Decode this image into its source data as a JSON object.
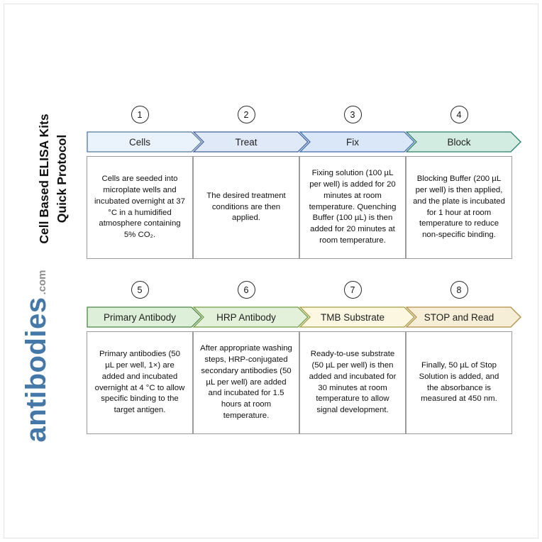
{
  "brand": {
    "title_line1": "Cell Based ELISA Kits",
    "title_line2": "Quick Protocol",
    "logo_text": "antibodies",
    "logo_suffix": ".com",
    "logo_color": "#4478a8",
    "logo_suffix_color": "#8d8d8d"
  },
  "steps": [
    {
      "number": "1",
      "label": "Cells",
      "description": "Cells are seeded into microplate wells and incubated overnight at 37 °C in a humidified atmosphere containing 5% CO₂.",
      "fill": "#eaf3fb",
      "border": "#54779c"
    },
    {
      "number": "2",
      "label": "Treat",
      "description": "The desired treatment conditions are then applied.",
      "fill": "#dfe9f8",
      "border": "#41609f"
    },
    {
      "number": "3",
      "label": "Fix",
      "description": "Fixing solution (100 µL per well) is added for 20 minutes at room temperature. Quenching Buffer (100 µL) is then added for 20 minutes at room temperature.",
      "fill": "#d9e7f8",
      "border": "#3d6cb0"
    },
    {
      "number": "4",
      "label": "Block",
      "description": "Blocking Buffer (200 µL per well) is then applied, and the plate is incubated for 1 hour at room temperature to reduce non-specific binding.",
      "fill": "#d3ece1",
      "border": "#2a7d6c"
    },
    {
      "number": "5",
      "label": "Primary Antibody",
      "description": "Primary antibodies (50 µL per well, 1×) are added and incubated overnight at 4 °C to allow specific binding to the target antigen.",
      "fill": "#ddefd8",
      "border": "#4a8544"
    },
    {
      "number": "6",
      "label": "HRP Antibody",
      "description": "After appropriate washing steps, HRP-conjugated secondary antibodies (50 µL per well) are added and incubated for 1.5 hours at room temperature.",
      "fill": "#e4f1da",
      "border": "#6f9c42"
    },
    {
      "number": "7",
      "label": "TMB Substrate",
      "description": "Ready-to-use substrate (50 µL per well) is then added and incubated for 30 minutes at room temperature to allow signal development.",
      "fill": "#fbf7e0",
      "border": "#a59a3e"
    },
    {
      "number": "8",
      "label": "STOP and Read",
      "description": "Finally, 50 µL of Stop Solution is added, and the absorbance is measured at 450 nm.",
      "fill": "#f7eed8",
      "border": "#b08d45"
    }
  ]
}
